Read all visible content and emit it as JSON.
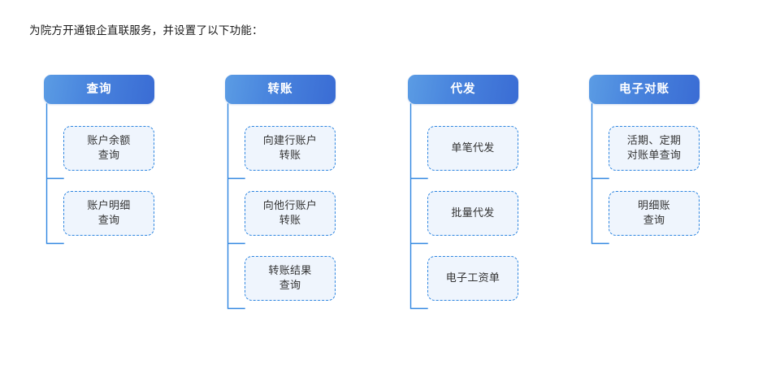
{
  "intro": {
    "text": "为院方开通银企直联服务，并设置了以下功能："
  },
  "theme": {
    "header_gradient_start": "#5b9ce4",
    "header_gradient_end": "#3a6cd4",
    "header_text_color": "#ffffff",
    "child_fill": "#eff5fd",
    "child_border": "#2f86e0",
    "child_text_color": "#333333",
    "connector_color": "#2f86e0",
    "page_background": "#ffffff"
  },
  "branches": [
    {
      "title": "查询",
      "children": [
        {
          "label": "账户余额\n查询"
        },
        {
          "label": "账户明细\n查询"
        }
      ]
    },
    {
      "title": "转账",
      "children": [
        {
          "label": "向建行账户\n转账"
        },
        {
          "label": "向他行账户\n转账"
        },
        {
          "label": "转账结果\n查询"
        }
      ]
    },
    {
      "title": "代发",
      "children": [
        {
          "label": "单笔代发"
        },
        {
          "label": "批量代发"
        },
        {
          "label": "电子工资单"
        }
      ]
    },
    {
      "title": "电子对账",
      "children": [
        {
          "label": "活期、定期\n对账单查询"
        },
        {
          "label": "明细账\n查询"
        }
      ]
    }
  ]
}
